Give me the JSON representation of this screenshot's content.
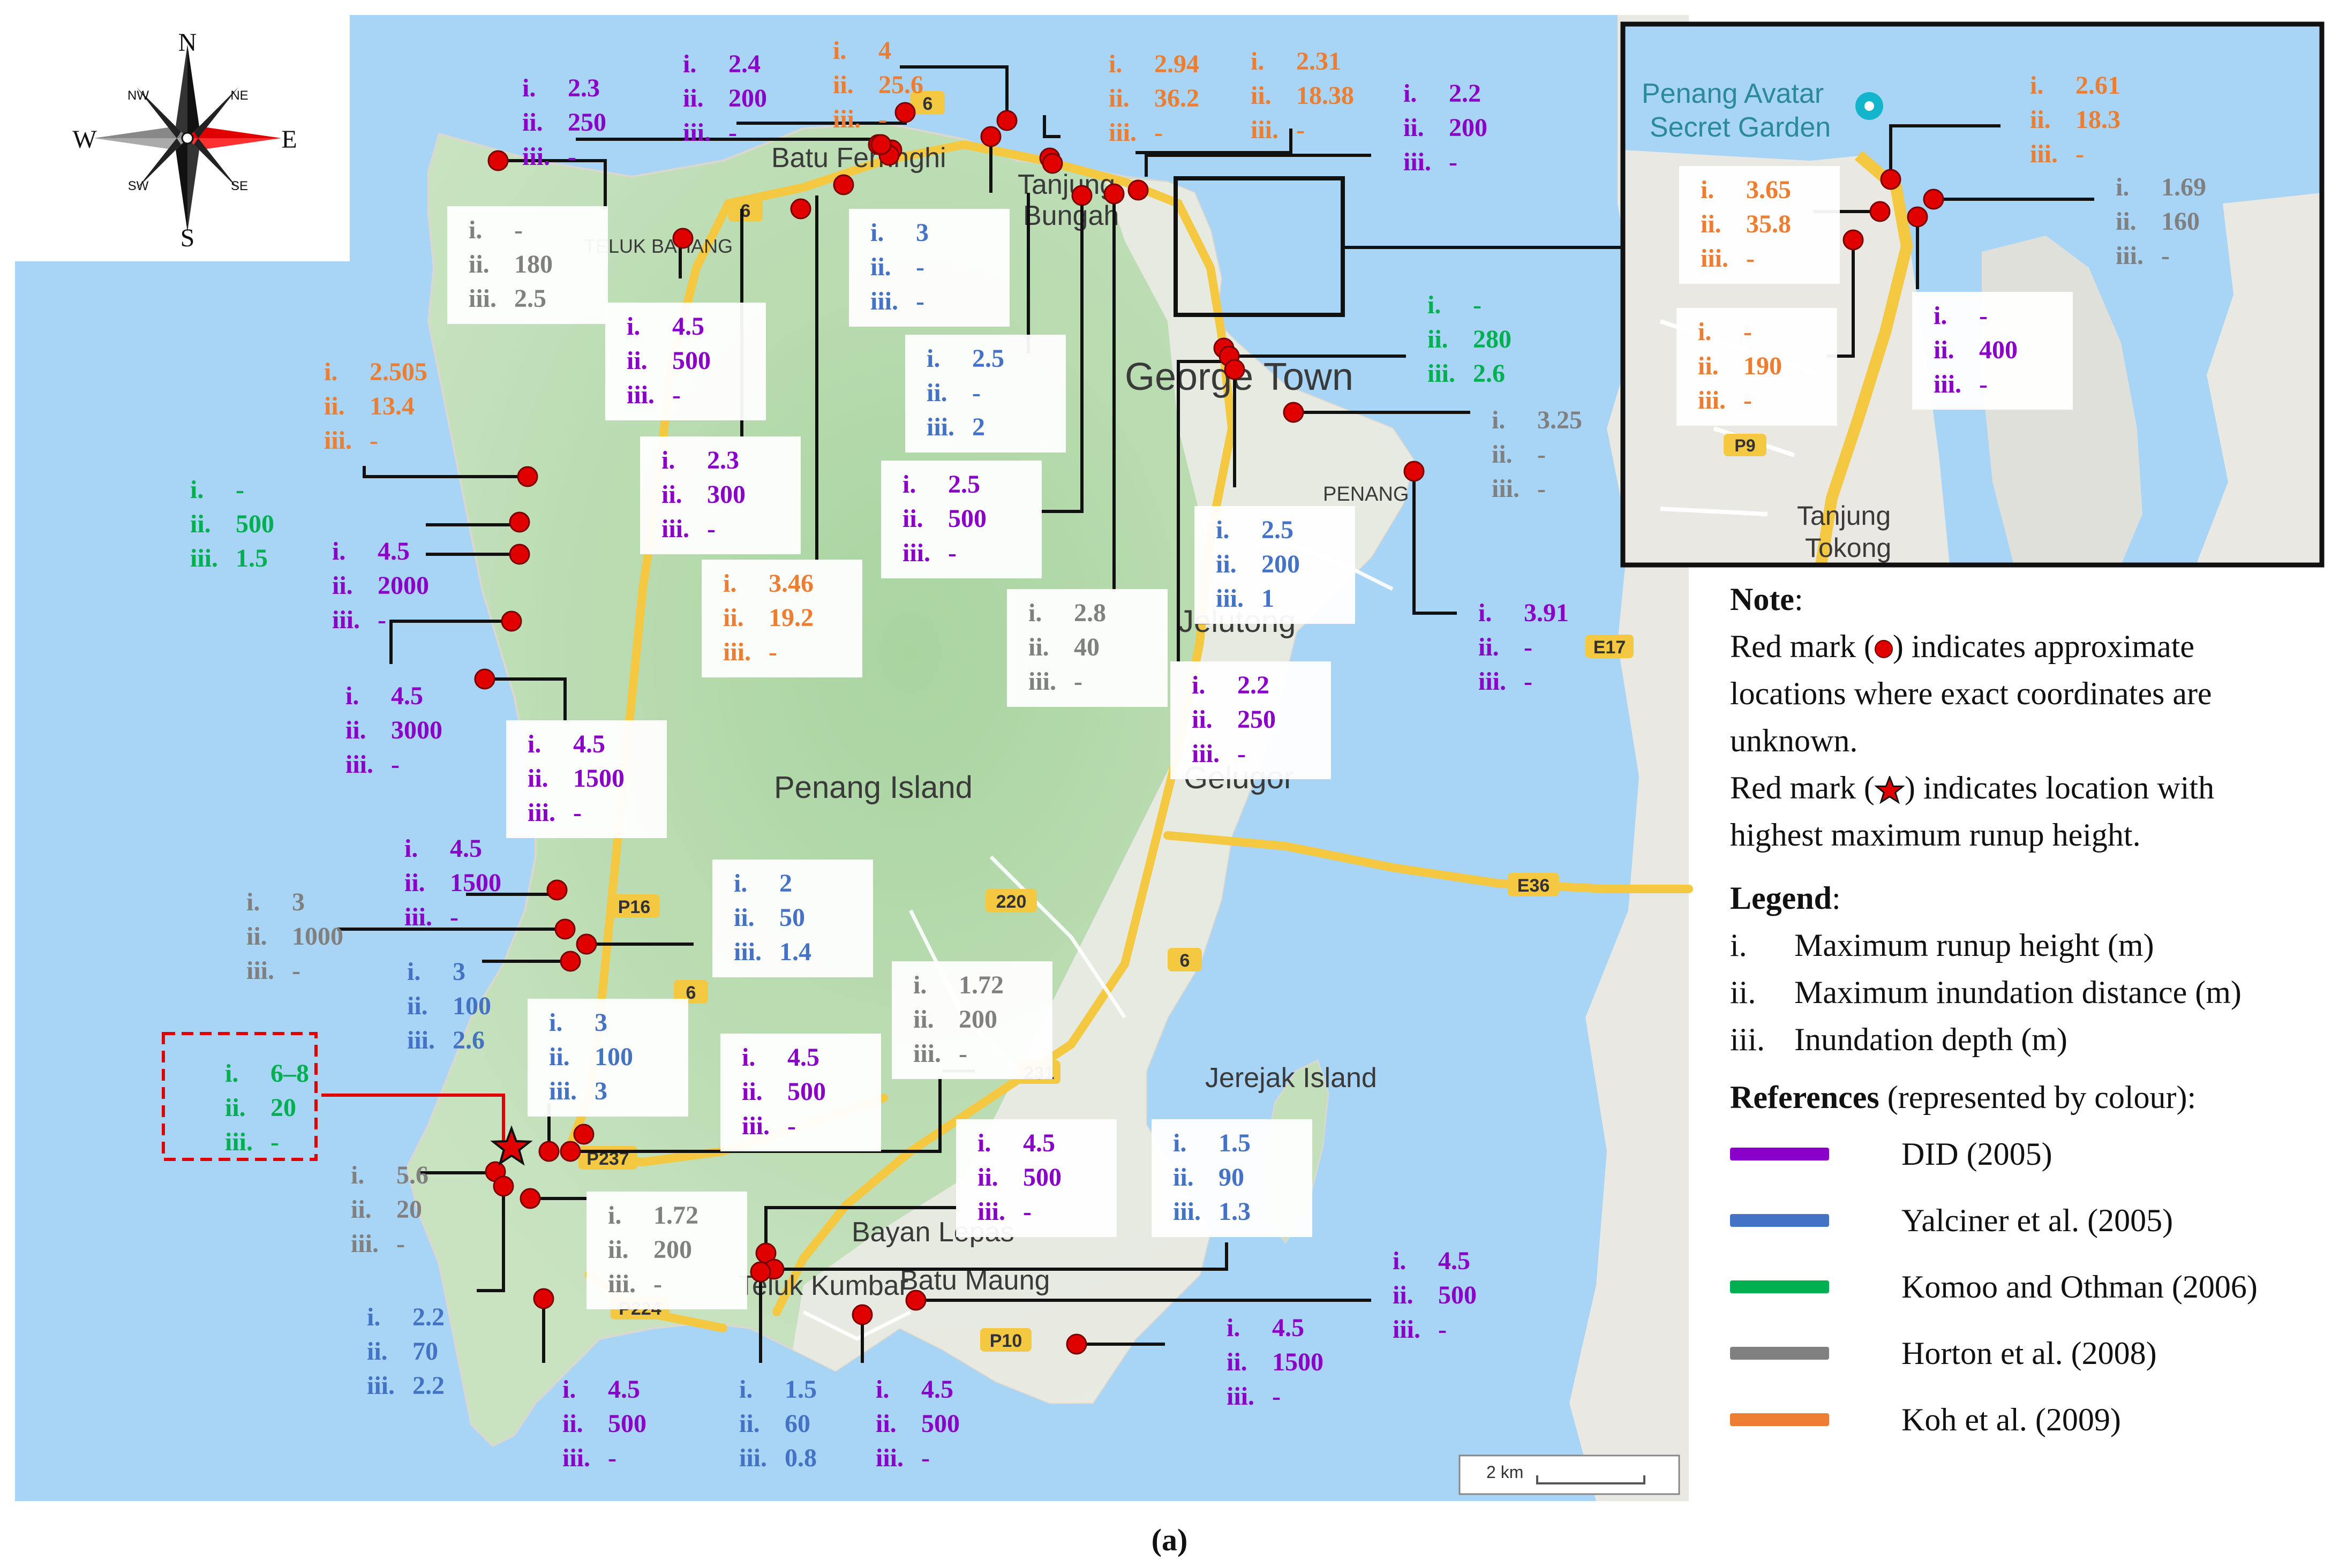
{
  "compass": {
    "n": "N",
    "s": "S",
    "e": "E",
    "w": "W",
    "ne": "NE",
    "nw": "NW",
    "se": "SE",
    "sw": "SW"
  },
  "places": [
    {
      "text": "Batu Ferringhi",
      "id": "batu-ferringhi"
    },
    {
      "text": "TELUK BAHANG",
      "id": "teluk-bahang"
    },
    {
      "text": "Tanjung",
      "id": "tanjung"
    },
    {
      "text": "Bungah",
      "id": "bungah"
    },
    {
      "text": "George Town",
      "id": "george-town"
    },
    {
      "text": "PENANG",
      "id": "penang"
    },
    {
      "text": "Jelutong",
      "id": "jelutong"
    },
    {
      "text": "Gelugor",
      "id": "gelugor"
    },
    {
      "text": "Penang Island",
      "id": "penang-island"
    },
    {
      "text": "Jerejak Island",
      "id": "jerejak-island"
    },
    {
      "text": "Bayan Lepas",
      "id": "bayan-lepas"
    },
    {
      "text": "Teluk Kumbar",
      "id": "teluk-kumbar"
    },
    {
      "text": "Batu Maung",
      "id": "batu-maung"
    },
    {
      "text": "Penang Avatar",
      "id": "avatar-1"
    },
    {
      "text": "Secret Garden",
      "id": "avatar-2"
    },
    {
      "text": "Tanjung",
      "id": "inset-tanjung"
    },
    {
      "text": "Tokong",
      "id": "inset-tokong"
    }
  ],
  "roads": [
    "6",
    "6",
    "P16",
    "220",
    "6",
    "6",
    "231",
    "P237",
    "P224",
    "P10",
    "E36",
    "E17",
    "P9"
  ],
  "scale_label": "2 km",
  "colors": {
    "DID": "#8b00c8",
    "Yalciner": "#4472c4",
    "Komoo": "#00b050",
    "Horton": "#808080",
    "Koh": "#ed7d31"
  },
  "annotations": [
    {
      "ref": "Horton",
      "i": "-",
      "ii": "180",
      "iii": "2.5"
    },
    {
      "ref": "DID",
      "i": "2.3",
      "ii": "250",
      "iii": "-"
    },
    {
      "ref": "DID",
      "i": "2.4",
      "ii": "200",
      "iii": "-"
    },
    {
      "ref": "Koh",
      "i": "4",
      "ii": "25.6",
      "iii": "-"
    },
    {
      "ref": "Koh",
      "i": "2.94",
      "ii": "36.2",
      "iii": "-"
    },
    {
      "ref": "Koh",
      "i": "2.31",
      "ii": "18.38",
      "iii": "-"
    },
    {
      "ref": "DID",
      "i": "2.2",
      "ii": "200",
      "iii": "-"
    },
    {
      "ref": "Yalciner",
      "i": "3",
      "ii": "-",
      "iii": "-"
    },
    {
      "ref": "DID",
      "i": "4.5",
      "ii": "500",
      "iii": "-"
    },
    {
      "ref": "Yalciner",
      "i": "2.5",
      "ii": "-",
      "iii": "2"
    },
    {
      "ref": "Koh",
      "i": "2.505",
      "ii": "13.4",
      "iii": "-"
    },
    {
      "ref": "DID",
      "i": "2.3",
      "ii": "300",
      "iii": "-"
    },
    {
      "ref": "DID",
      "i": "2.5",
      "ii": "500",
      "iii": "-"
    },
    {
      "ref": "Komoo",
      "i": "-",
      "ii": "280",
      "iii": "2.6"
    },
    {
      "ref": "Horton",
      "i": "3.25",
      "ii": "-",
      "iii": "-"
    },
    {
      "ref": "Komoo",
      "i": "-",
      "ii": "500",
      "iii": "1.5"
    },
    {
      "ref": "DID",
      "i": "4.5",
      "ii": "2000",
      "iii": "-"
    },
    {
      "ref": "Koh",
      "i": "3.46",
      "ii": "19.2",
      "iii": "-"
    },
    {
      "ref": "Yalciner",
      "i": "2.5",
      "ii": "200",
      "iii": "1"
    },
    {
      "ref": "Horton",
      "i": "2.8",
      "ii": "40",
      "iii": "-"
    },
    {
      "ref": "DID",
      "i": "3.91",
      "ii": "-",
      "iii": "-"
    },
    {
      "ref": "DID",
      "i": "4.5",
      "ii": "3000",
      "iii": "-"
    },
    {
      "ref": "DID",
      "i": "4.5",
      "ii": "1500",
      "iii": "-"
    },
    {
      "ref": "DID",
      "i": "2.2",
      "ii": "250",
      "iii": "-"
    },
    {
      "ref": "DID",
      "i": "4.5",
      "ii": "1500",
      "iii": "-"
    },
    {
      "ref": "Horton",
      "i": "3",
      "ii": "1000",
      "iii": "-"
    },
    {
      "ref": "Yalciner",
      "i": "2",
      "ii": "50",
      "iii": "1.4"
    },
    {
      "ref": "Yalciner",
      "i": "3",
      "ii": "100",
      "iii": "2.6"
    },
    {
      "ref": "Horton",
      "i": "1.72",
      "ii": "200",
      "iii": "-"
    },
    {
      "ref": "Yalciner",
      "i": "3",
      "ii": "100",
      "iii": "3"
    },
    {
      "ref": "DID",
      "i": "4.5",
      "ii": "500",
      "iii": "-"
    },
    {
      "ref": "Komoo",
      "i": "6–8",
      "ii": "20",
      "iii": "-"
    },
    {
      "ref": "Horton",
      "i": "5.6",
      "ii": "20",
      "iii": "-"
    },
    {
      "ref": "DID",
      "i": "4.5",
      "ii": "500",
      "iii": "-"
    },
    {
      "ref": "Yalciner",
      "i": "1.5",
      "ii": "90",
      "iii": "1.3"
    },
    {
      "ref": "Horton",
      "i": "1.72",
      "ii": "200",
      "iii": "-"
    },
    {
      "ref": "DID",
      "i": "4.5",
      "ii": "500",
      "iii": "-"
    },
    {
      "ref": "Yalciner",
      "i": "2.2",
      "ii": "70",
      "iii": "2.2"
    },
    {
      "ref": "DID",
      "i": "4.5",
      "ii": "1500",
      "iii": "-"
    },
    {
      "ref": "DID",
      "i": "4.5",
      "ii": "500",
      "iii": "-"
    },
    {
      "ref": "Yalciner",
      "i": "1.5",
      "ii": "60",
      "iii": "0.8"
    },
    {
      "ref": "DID",
      "i": "4.5",
      "ii": "500",
      "iii": "-"
    },
    {
      "ref": "Koh",
      "i": "2.61",
      "ii": "18.3",
      "iii": "-"
    },
    {
      "ref": "Koh",
      "i": "3.65",
      "ii": "35.8",
      "iii": "-"
    },
    {
      "ref": "Horton",
      "i": "1.69",
      "ii": "160",
      "iii": "-"
    },
    {
      "ref": "Koh",
      "i": "-",
      "ii": "190",
      "iii": "-"
    },
    {
      "ref": "DID",
      "i": "-",
      "ii": "400",
      "iii": "-"
    }
  ],
  "legend": {
    "note_label": "Note",
    "note_line1a": "Red mark (",
    "note_line1b": ") indicates approximate",
    "note_line2": "locations where exact coordinates are",
    "note_line3": "unknown.",
    "note_line4a": "Red mark (",
    "note_line4b": ") indicates location with",
    "note_line5": "highest maximum runup height.",
    "legend_label": "Legend",
    "items": [
      {
        "num": "i.",
        "text": "Maximum runup height (m)"
      },
      {
        "num": "ii.",
        "text": "Maximum inundation distance (m)"
      },
      {
        "num": "iii.",
        "text": "Inundation depth (m)"
      }
    ],
    "references_label": "References",
    "references_note": "(represented by colour):",
    "references": [
      {
        "name": "DID (2005)",
        "color": "#8b00c8"
      },
      {
        "name": "Yalciner et al. (2005)",
        "color": "#4472c4"
      },
      {
        "name": "Komoo and Othman (2006)",
        "color": "#00b050"
      },
      {
        "name": "Horton et al. (2008)",
        "color": "#808080"
      },
      {
        "name": "Koh et al. (2009)",
        "color": "#ed7d31"
      }
    ]
  },
  "caption": "(a)"
}
